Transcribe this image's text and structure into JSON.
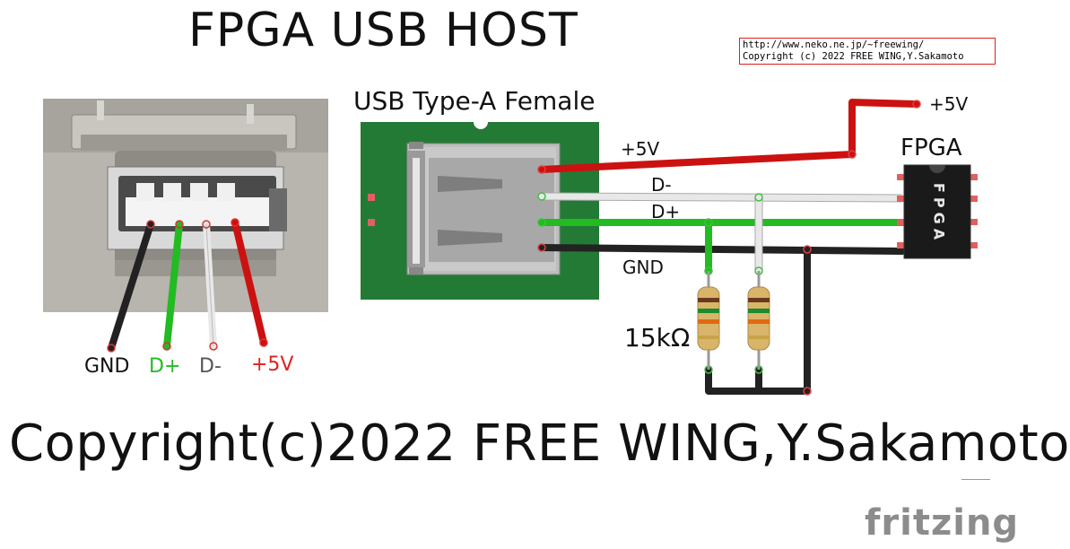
{
  "title": "FPGA USB HOST",
  "url_box": {
    "line1": "http://www.neko.ne.jp/~freewing/",
    "line2": "Copyright (c) 2022 FREE WING,Y.Sakamoto"
  },
  "connector_title": "USB Type-A Female",
  "fpga_label": "FPGA",
  "fpga_chip_text": "FPGA",
  "pin_labels": {
    "gnd": "GND",
    "dplus": "D+",
    "dminus": "D-",
    "vcc": "+5V"
  },
  "wire_labels": {
    "vcc": "+5V",
    "dminus": "D-",
    "dplus": "D+",
    "gnd": "GND",
    "vcc_out": "+5V"
  },
  "resistor_label": "15kΩ",
  "copyright": "Copyright(c)2022 FREE WING,Y.Sakamoto",
  "logo": "fritzing",
  "colors": {
    "vcc": "#cc1111",
    "gnd": "#222222",
    "dplus": "#22bb22",
    "dminus": "#e8e8e8",
    "pcb": "#237a35",
    "chip": "#1a1a1a"
  }
}
